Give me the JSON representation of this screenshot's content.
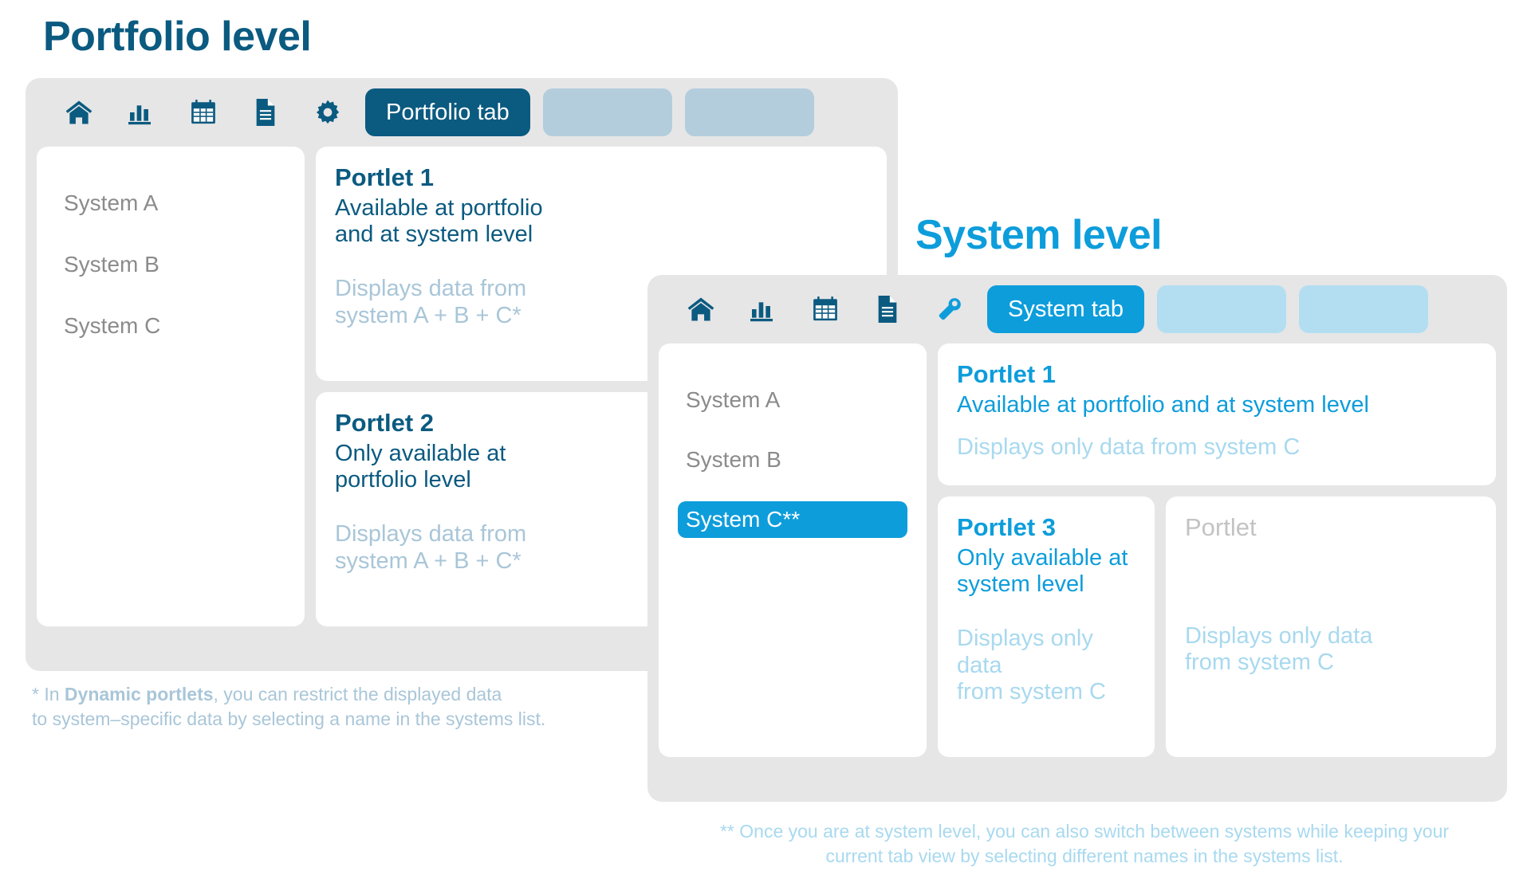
{
  "colors": {
    "portfolio_accent": "#0b5a80",
    "system_accent": "#0d9ddb",
    "panel_bg": "#e6e6e6",
    "tab_blank_portfolio": "#b3cddd",
    "tab_blank_system": "#b3def1",
    "muted_text": "#8b8b8b",
    "note_portfolio": "#a9c6d8",
    "note_system": "#a8d9ef"
  },
  "portfolio": {
    "heading": "Portfolio level",
    "toolbar": {
      "icons": [
        "home-icon",
        "bar-chart-icon",
        "calendar-icon",
        "document-icon",
        "gear-icon"
      ],
      "tabs": [
        {
          "label": "Portfolio tab",
          "active": true
        },
        {
          "label": "",
          "active": false
        },
        {
          "label": "",
          "active": false
        }
      ]
    },
    "systems": [
      {
        "label": "System A",
        "selected": false
      },
      {
        "label": "System B",
        "selected": false
      },
      {
        "label": "System C",
        "selected": false
      }
    ],
    "portlets": [
      {
        "title": "Portlet 1",
        "subtitle": "Available at portfolio\nand at system level",
        "note": "Displays data from\nsystem A + B + C*"
      },
      {
        "title": "Portlet 2",
        "subtitle": "Only available at\nportfolio level",
        "note": "Displays data from\nsystem A + B + C*"
      }
    ],
    "footnote_marker": "*",
    "footnote_lead": " In ",
    "footnote_bold": "Dynamic portlets",
    "footnote_rest": ", you can restrict the displayed data\n   to system–specific data by selecting a name in the systems list."
  },
  "system": {
    "heading": "System level",
    "toolbar": {
      "icons": [
        "home-icon",
        "bar-chart-icon",
        "calendar-icon",
        "document-icon",
        "wrench-icon"
      ],
      "tabs": [
        {
          "label": "System tab",
          "active": true
        },
        {
          "label": "",
          "active": false
        },
        {
          "label": "",
          "active": false
        }
      ]
    },
    "systems": [
      {
        "label": "System A",
        "selected": false
      },
      {
        "label": "System B",
        "selected": false
      },
      {
        "label": "System C**",
        "selected": true
      }
    ],
    "portlets": [
      {
        "title": "Portlet 1",
        "subtitle": "Available at portfolio and at system level",
        "note": "Displays only data from system C",
        "disabled": false
      },
      {
        "title": "Portlet 3",
        "subtitle": "Only available at\nsystem level",
        "note": "Displays only data\nfrom system C",
        "disabled": false
      },
      {
        "title": "Portlet",
        "subtitle": "",
        "note": "Displays only data\nfrom system C",
        "disabled": true
      }
    ],
    "footnote": "** Once you are at system level, you can also switch between systems while keeping your\ncurrent tab view by selecting different names in the systems list."
  }
}
